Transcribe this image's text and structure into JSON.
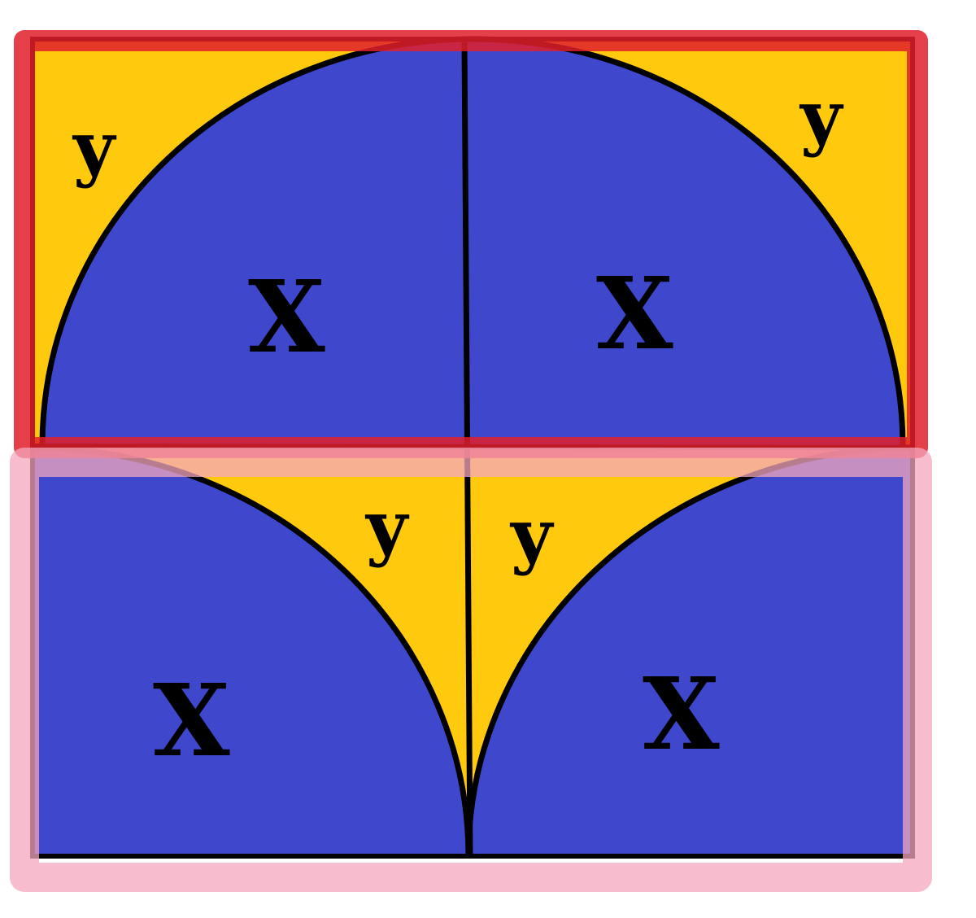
{
  "labels": {
    "x_top_left": "X",
    "x_top_right": "X",
    "x_bottom_left": "X",
    "x_bottom_right": "X",
    "y_top_left": "y",
    "y_top_right": "y",
    "y_bottom_left": "y",
    "y_bottom_right": "y"
  },
  "colors": {
    "x_region": "#3f48cc",
    "y_region": "#ffc90e",
    "outline": "#000000",
    "top_highlight": "#e01e2a",
    "bottom_highlight": "#f4a7bd"
  }
}
